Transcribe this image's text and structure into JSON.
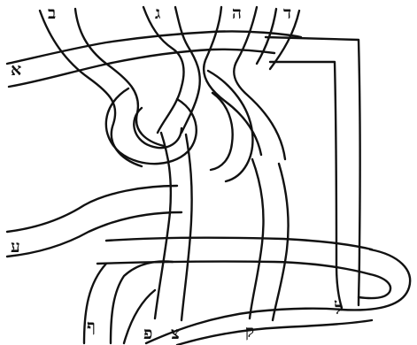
{
  "labels": {
    "bet": "ב",
    "gimel": "ג",
    "he": "ה",
    "dalet": "ד",
    "alef": "א",
    "ayin": "ע",
    "final_pe": "ף",
    "pe": "פ",
    "tsadi": "צ",
    "qof": "ק",
    "lamed": "ל"
  },
  "colors": {
    "ink": "#111111",
    "paper": "#ffffff"
  }
}
